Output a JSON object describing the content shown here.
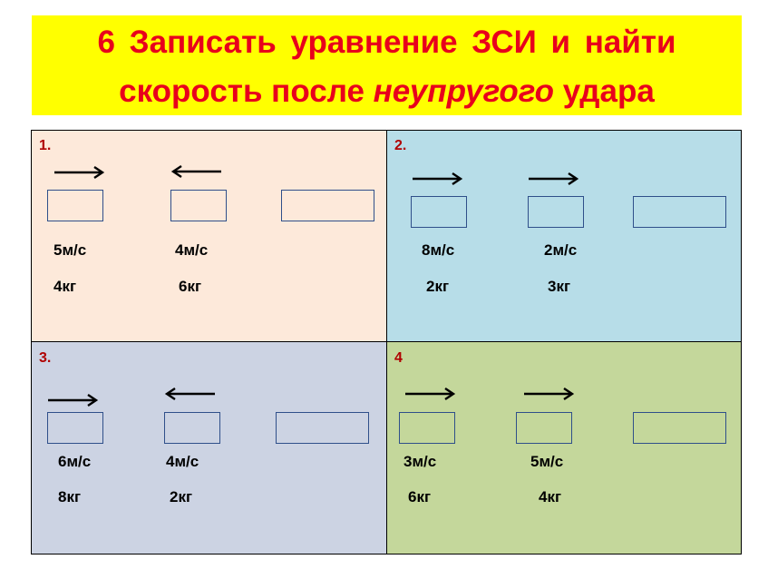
{
  "title": {
    "line1": "6 Записать  уравнение  ЗСИ  и  найти",
    "line2_pre": "скорость после ",
    "line2_em": "неупругого",
    "line2_post": "  удара"
  },
  "problems": [
    {
      "number": "1.",
      "body1": {
        "velocity": "5м/с",
        "mass": "4кг",
        "direction": "right"
      },
      "body2": {
        "velocity": "4м/с",
        "mass": "6кг",
        "direction": "left"
      }
    },
    {
      "number": "2.",
      "body1": {
        "velocity": "8м/с",
        "mass": "2кг",
        "direction": "right"
      },
      "body2": {
        "velocity": "2м/с",
        "mass": "3кг",
        "direction": "right"
      }
    },
    {
      "number": "3.",
      "body1": {
        "velocity": "6м/с",
        "mass": "8кг",
        "direction": "right"
      },
      "body2": {
        "velocity": "4м/с",
        "mass": "2кг",
        "direction": "left"
      }
    },
    {
      "number": "4",
      "body1": {
        "velocity": "3м/с",
        "mass": "6кг",
        "direction": "right"
      },
      "body2": {
        "velocity": "5м/с",
        "mass": "4кг",
        "direction": "right"
      }
    }
  ],
  "colors": {
    "title_bg": "#ffff00",
    "title_text": "#e8001c",
    "q1_bg": "#fde9da",
    "q2_bg": "#b7dde8",
    "q3_bg": "#ccd3e3",
    "q4_bg": "#c4d79b",
    "box_border": "#2f4f8a",
    "number_color": "#b00000"
  }
}
